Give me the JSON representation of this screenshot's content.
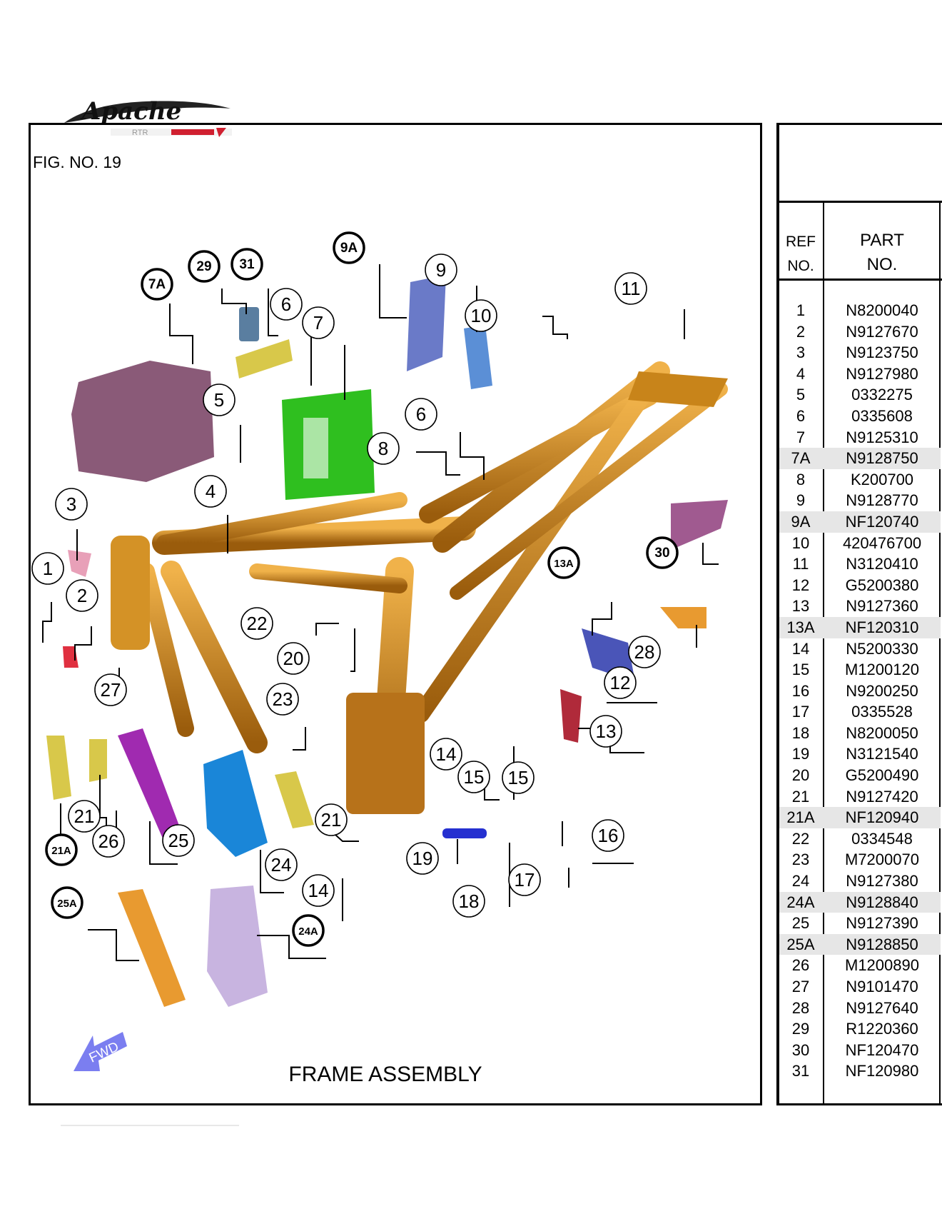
{
  "brand": {
    "logo_text": "Apache",
    "logo_subtext": "RTR"
  },
  "figure": {
    "number_label": "FIG. NO. 19",
    "caption": "FRAME ASSEMBLY",
    "fwd_label": "FWD"
  },
  "callouts": [
    {
      "label": "1",
      "bold": false
    },
    {
      "label": "2",
      "bold": false
    },
    {
      "label": "3",
      "bold": false
    },
    {
      "label": "4",
      "bold": false
    },
    {
      "label": "5",
      "bold": false
    },
    {
      "label": "6",
      "bold": false
    },
    {
      "label": "6",
      "bold": false
    },
    {
      "label": "7",
      "bold": false
    },
    {
      "label": "7A",
      "bold": true
    },
    {
      "label": "8",
      "bold": false
    },
    {
      "label": "9",
      "bold": false
    },
    {
      "label": "9A",
      "bold": true
    },
    {
      "label": "10",
      "bold": false
    },
    {
      "label": "11",
      "bold": false
    },
    {
      "label": "12",
      "bold": false
    },
    {
      "label": "13",
      "bold": false
    },
    {
      "label": "13A",
      "bold": true
    },
    {
      "label": "14",
      "bold": false
    },
    {
      "label": "14",
      "bold": false
    },
    {
      "label": "15",
      "bold": false
    },
    {
      "label": "15",
      "bold": false
    },
    {
      "label": "16",
      "bold": false
    },
    {
      "label": "17",
      "bold": false
    },
    {
      "label": "18",
      "bold": false
    },
    {
      "label": "19",
      "bold": false
    },
    {
      "label": "20",
      "bold": false
    },
    {
      "label": "21",
      "bold": false
    },
    {
      "label": "21",
      "bold": false
    },
    {
      "label": "21A",
      "bold": true
    },
    {
      "label": "22",
      "bold": false
    },
    {
      "label": "23",
      "bold": false
    },
    {
      "label": "24",
      "bold": false
    },
    {
      "label": "24A",
      "bold": true
    },
    {
      "label": "25",
      "bold": false
    },
    {
      "label": "25A",
      "bold": true
    },
    {
      "label": "26",
      "bold": false
    },
    {
      "label": "27",
      "bold": false
    },
    {
      "label": "28",
      "bold": false
    },
    {
      "label": "29",
      "bold": true
    },
    {
      "label": "30",
      "bold": true
    },
    {
      "label": "31",
      "bold": true
    }
  ],
  "colors": {
    "frame": "#c8841a",
    "frame_dark": "#8a5208",
    "green_part": "#2fbf1f",
    "purple_part": "#8a5a78",
    "blue_part": "#5b8fd6",
    "navy_part": "#4a55b8",
    "magenta_part": "#a02ab0",
    "yellow_part": "#d8c84a",
    "orange_part": "#e89a30",
    "lavender_part": "#c8b4e0",
    "cyan_part": "#1a86d8",
    "fwd_arrow": "#7b7ef0",
    "highlight_row": "#e6e6e6"
  },
  "table": {
    "header_ref_line1": "REF",
    "header_ref_line2": "NO.",
    "header_part_line1": "PART",
    "header_part_line2": "NO.",
    "rows": [
      {
        "ref": "1",
        "part": "N8200040",
        "hl": false
      },
      {
        "ref": "2",
        "part": "N9127670",
        "hl": false
      },
      {
        "ref": "3",
        "part": "N9123750",
        "hl": false
      },
      {
        "ref": "4",
        "part": "N9127980",
        "hl": false
      },
      {
        "ref": "5",
        "part": "0332275",
        "hl": false
      },
      {
        "ref": "6",
        "part": "0335608",
        "hl": false
      },
      {
        "ref": "7",
        "part": "N9125310",
        "hl": false
      },
      {
        "ref": "7A",
        "part": "N9128750",
        "hl": true
      },
      {
        "ref": "8",
        "part": "K200700",
        "hl": false
      },
      {
        "ref": "9",
        "part": "N9128770",
        "hl": false
      },
      {
        "ref": "9A",
        "part": "NF120740",
        "hl": true
      },
      {
        "ref": "10",
        "part": "420476700",
        "hl": false
      },
      {
        "ref": "11",
        "part": "N3120410",
        "hl": false
      },
      {
        "ref": "12",
        "part": "G5200380",
        "hl": false
      },
      {
        "ref": "13",
        "part": "N9127360",
        "hl": false
      },
      {
        "ref": "13A",
        "part": "NF120310",
        "hl": true
      },
      {
        "ref": "14",
        "part": "N5200330",
        "hl": false
      },
      {
        "ref": "15",
        "part": "M1200120",
        "hl": false
      },
      {
        "ref": "16",
        "part": "N9200250",
        "hl": false
      },
      {
        "ref": "17",
        "part": "0335528",
        "hl": false
      },
      {
        "ref": "18",
        "part": "N8200050",
        "hl": false
      },
      {
        "ref": "19",
        "part": "N3121540",
        "hl": false
      },
      {
        "ref": "20",
        "part": "G5200490",
        "hl": false
      },
      {
        "ref": "21",
        "part": "N9127420",
        "hl": false
      },
      {
        "ref": "21A",
        "part": "NF120940",
        "hl": true
      },
      {
        "ref": "22",
        "part": "0334548",
        "hl": false
      },
      {
        "ref": "23",
        "part": "M7200070",
        "hl": false
      },
      {
        "ref": "24",
        "part": "N9127380",
        "hl": false
      },
      {
        "ref": "24A",
        "part": "N9128840",
        "hl": true
      },
      {
        "ref": "25",
        "part": "N9127390",
        "hl": false
      },
      {
        "ref": "25A",
        "part": "N9128850",
        "hl": true
      },
      {
        "ref": "26",
        "part": "M1200890",
        "hl": false
      },
      {
        "ref": "27",
        "part": "N9101470",
        "hl": false
      },
      {
        "ref": "28",
        "part": "N9127640",
        "hl": false
      },
      {
        "ref": "29",
        "part": "R1220360",
        "hl": false
      },
      {
        "ref": "30",
        "part": "NF120470",
        "hl": false
      },
      {
        "ref": "31",
        "part": "NF120980",
        "hl": false
      }
    ]
  }
}
